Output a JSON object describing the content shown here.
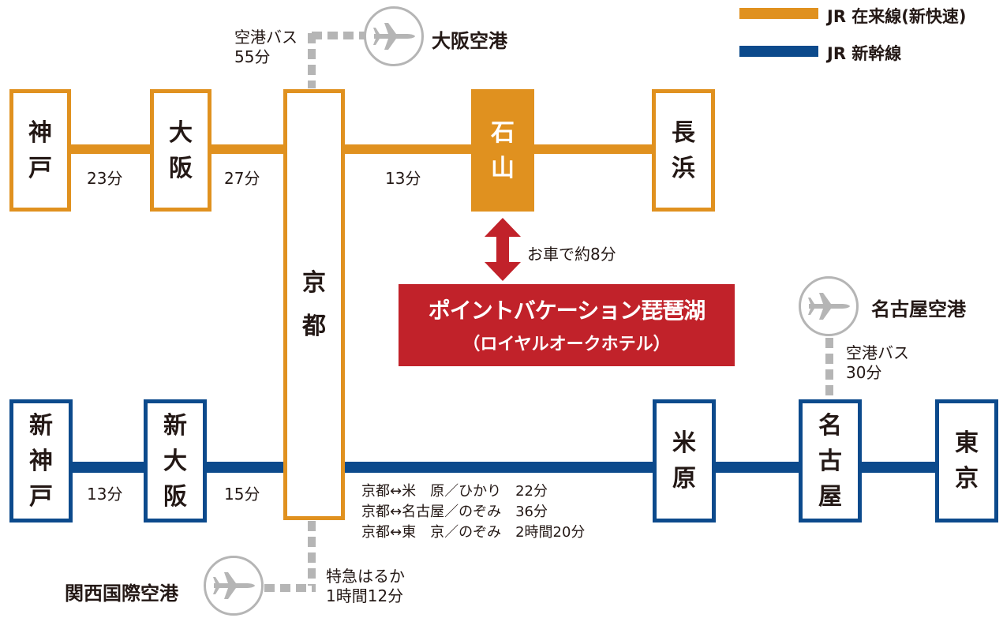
{
  "legend": {
    "items": [
      {
        "label": "JR 在来線(新快速)",
        "color": "#e0911f"
      },
      {
        "label": "JR 新幹線",
        "color": "#0c4a8c"
      }
    ]
  },
  "stations": {
    "kobe": {
      "chars": [
        "神",
        "戸"
      ]
    },
    "osaka": {
      "chars": [
        "大",
        "阪"
      ]
    },
    "kyoto": {
      "chars": [
        "京",
        "都"
      ]
    },
    "ishiyama": {
      "chars": [
        "石",
        "山"
      ]
    },
    "nagahama": {
      "chars": [
        "長",
        "浜"
      ]
    },
    "shinkobe": {
      "chars": [
        "新",
        "神",
        "戸"
      ]
    },
    "shinosaka": {
      "chars": [
        "新",
        "大",
        "阪"
      ]
    },
    "maibara": {
      "chars": [
        "米",
        "原"
      ]
    },
    "nagoya": {
      "chars": [
        "名",
        "古",
        "屋"
      ]
    },
    "tokyo": {
      "chars": [
        "東",
        "京"
      ]
    }
  },
  "times": {
    "kobe_osaka": "23分",
    "osaka_kyoto": "27分",
    "kyoto_ishiyama": "13分",
    "shinkobe_shinosaka": "13分",
    "shinosaka_kyoto": "15分"
  },
  "airports": {
    "itami": {
      "name": "大阪空港",
      "route_line1": "空港バス",
      "route_line2": "55分"
    },
    "chubu": {
      "name": "名古屋空港",
      "route_line1": "空港バス",
      "route_line2": "30分"
    },
    "kansai": {
      "name": "関西国際空港",
      "route_line1": "特急はるか",
      "route_line2": "1時間12分"
    }
  },
  "car_access": "お車で約8分",
  "hotel": {
    "name": "ポイントバケーション琵琶湖",
    "subtitle": "（ロイヤルオークホテル）",
    "color": "#c1222a"
  },
  "shinkansen_times": [
    "京都↔米　原／ひかり　22分",
    "京都↔名古屋／のぞみ　36分",
    "京都↔東　京／のぞみ　2時間20分"
  ],
  "colors": {
    "zairaisen": "#e0911f",
    "shinkansen": "#0c4a8c",
    "airport_gray": "#b5b5b5",
    "arrow": "#c1222a"
  }
}
